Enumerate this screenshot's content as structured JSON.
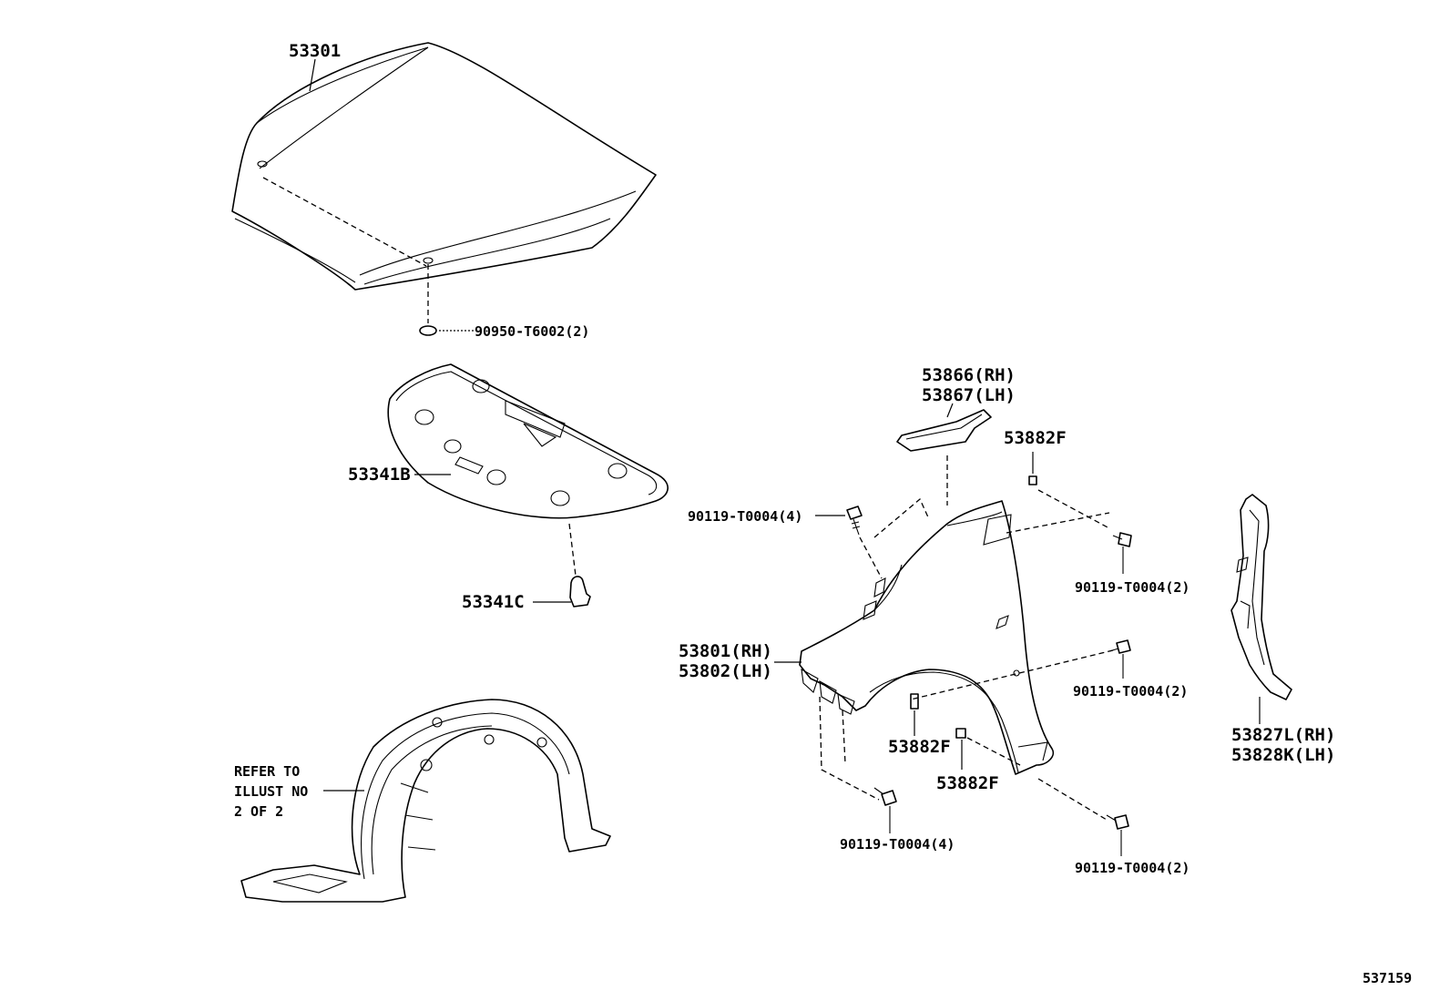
{
  "labels": {
    "hood": "53301",
    "hood_clip": "90950-T6002(2)",
    "hood_insulator": "53341B",
    "insulator_clip": "53341C",
    "seal_rh": "53866(RH)",
    "seal_lh": "53867(LH)",
    "retainer_top": "53882F",
    "bolt_upper_left": "90119-T0004(4)",
    "bolt_upper_right": "90119-T0004(2)",
    "fender_rh": "53801(RH)",
    "fender_lh": "53802(LH)",
    "bolt_mid_right": "90119-T0004(2)",
    "retainer_mid": "53882F",
    "retainer_low": "53882F",
    "bolt_bottom_left": "90119-T0004(4)",
    "bolt_bottom_right": "90119-T0004(2)",
    "side_seal_rh": "53827L(RH)",
    "side_seal_lh": "53828K(LH)",
    "refer_line1": "REFER TO",
    "refer_line2": "ILLUST NO",
    "refer_line3": "2 OF 2",
    "diagram_id": "537159"
  }
}
